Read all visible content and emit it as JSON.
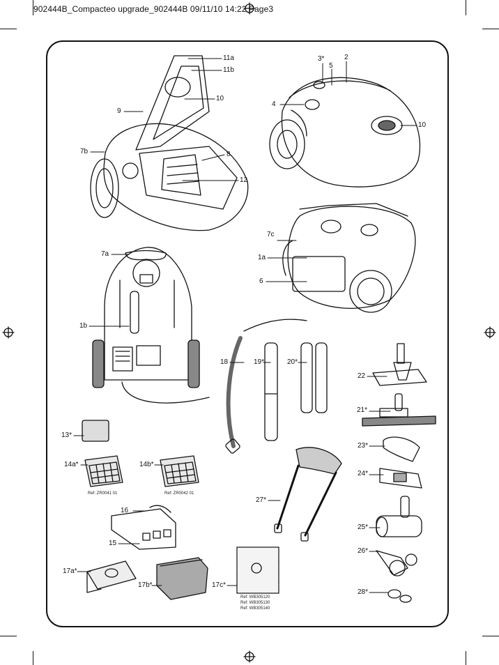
{
  "header": {
    "file_info": "902444B_Compacteo upgrade_902444B  09/11/10  14:22  Page3"
  },
  "labels": {
    "l11a": "11a",
    "l11b": "11b",
    "l10a": "10",
    "l9": "9",
    "l7b": "7b",
    "l8": "8",
    "l12": "12",
    "l3": "3*",
    "l2": "2",
    "l5": "5",
    "l4": "4",
    "l10b": "10",
    "l7c": "7c",
    "l1a": "1a",
    "l6": "6",
    "l7a": "7a",
    "l1b": "1b",
    "l18": "18",
    "l19": "19*",
    "l20": "20*",
    "l22": "22",
    "l21": "21*",
    "l23": "23*",
    "l24": "24*",
    "l25": "25*",
    "l26": "26*",
    "l28": "28*",
    "l13": "13*",
    "l14a": "14a*",
    "l14b": "14b*",
    "l16": "16",
    "l15": "15",
    "l27": "27*",
    "l17a": "17a*",
    "l17b": "17b*",
    "l17c": "17c*"
  },
  "refs": {
    "ref14a": "Ref: ZR0041 01",
    "ref14b": "Ref: ZR0042 01",
    "ref17c": [
      "Ref: WB305120",
      "Ref: WB305130",
      "Ref: WB305140"
    ]
  },
  "icons": [
    "registration-mark-icon",
    "crop-mark-icon"
  ]
}
